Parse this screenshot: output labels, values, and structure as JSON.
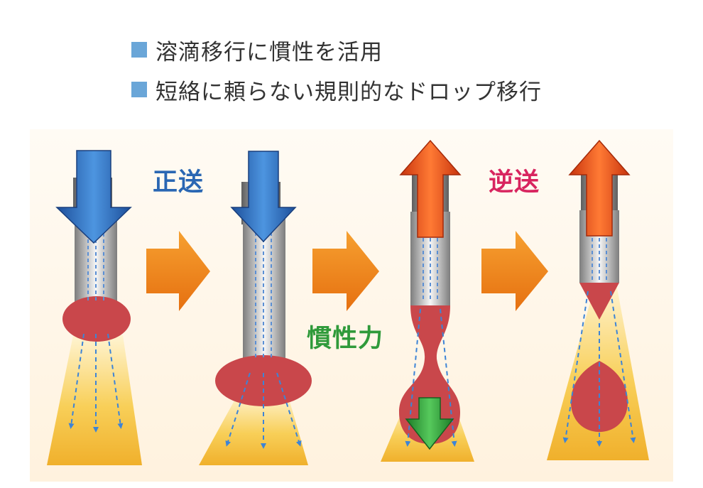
{
  "bullets": [
    {
      "text": "溶滴移行に慣性を活用"
    },
    {
      "text": "短絡に頼らない規則的なドロップ移行"
    }
  ],
  "labels": {
    "forward": "正送",
    "inertia": "慣性力",
    "reverse": "逆送"
  },
  "colors": {
    "bullet_square": "#6aa6d8",
    "feed_forward_arrow": "#2f6fc0",
    "feed_reverse_arrow": "#e8501a",
    "inertia_arrow": "#34a93e",
    "step_arrow": "#ef8a16",
    "droplet": "#c9474b",
    "arc_plume": "#f3c23a"
  },
  "steps": [
    {
      "stage": "forward-feed",
      "arrow": "down-icon"
    },
    {
      "stage": "droplet-grows",
      "arrow": "down-icon"
    },
    {
      "stage": "reverse-feed-inertia",
      "arrow": "up-icon"
    },
    {
      "stage": "droplet-detached",
      "arrow": "up-icon"
    }
  ]
}
